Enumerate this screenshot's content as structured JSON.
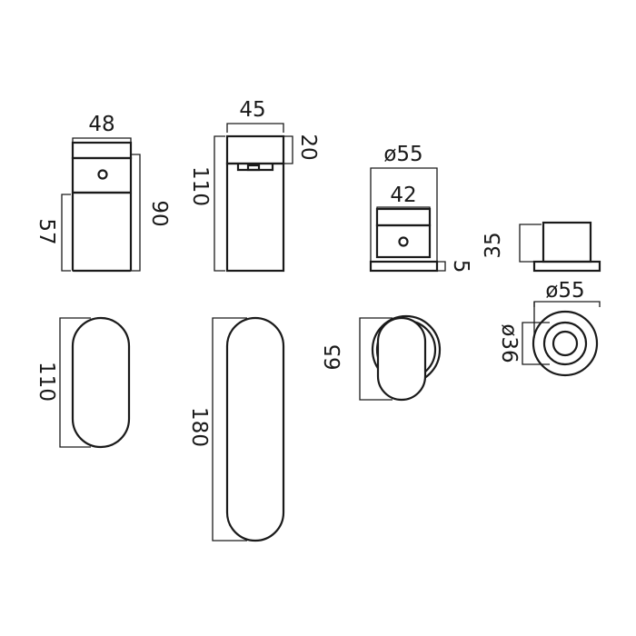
{
  "diagram": {
    "stroke_color": "#1a1a1a",
    "background": "#ffffff",
    "views": {
      "handle_small_side": {
        "width_label": "48",
        "height_label": "90",
        "lower_label": "57"
      },
      "spout_side": {
        "width_label": "45",
        "top_label": "20",
        "height_label": "110"
      },
      "handle_round_side": {
        "outer_label": "ø55",
        "inner_label": "42",
        "plate_label": "5"
      },
      "escutcheon_side": {
        "height_label": "35",
        "outer_label": "ø55",
        "inner_label": "ø36"
      },
      "handle_small_front": {
        "height_label": "110"
      },
      "spout_front": {
        "height_label": "180"
      },
      "handle_round_front": {
        "height_label": "65"
      }
    }
  }
}
